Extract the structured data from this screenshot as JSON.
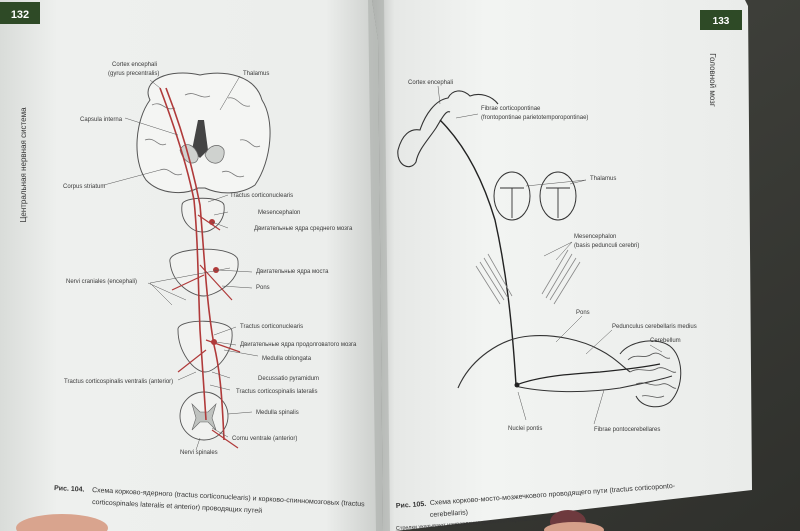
{
  "left_page": {
    "page_number": "132",
    "running_title": "Центральная нервная система",
    "labels": {
      "cortex": "Cortex encephali",
      "gyrus": "(gyrus precentralis)",
      "thalamus": "Thalamus",
      "capsula": "Capsula interna",
      "corpus_striatum": "Corpus striatum",
      "tractus_cn_1": "Tractus corticonuclearis",
      "mesencephalon": "Mesencephalon",
      "motor_mid": "Двигательные ядра среднего мозга",
      "nervi_craniales": "Nervi craniales (encephali)",
      "motor_pons": "Двигательные ядра моста",
      "pons": "Pons",
      "tractus_cn_2": "Tractus corticonuclearis",
      "motor_medulla": "Двигательные ядра продолговатого мозга",
      "medulla": "Medulla oblongata",
      "tractus_ventral": "Tractus corticospinalis ventralis (anterior)",
      "decussatio": "Decussatio pyramidum",
      "tractus_lateral": "Tractus corticospinalis lateralis",
      "medulla_spinalis": "Medulla spinalis",
      "cornu_ventrale": "Cornu ventrale (anterior)",
      "nervi_spinales": "Nervi spinales"
    },
    "caption_label": "Рис. 104.",
    "caption_line1": "Схема корково-ядерного (tractus corticonuclearis) и корково-спинномозговых (tractus",
    "caption_line2": "corticospinales lateralis et anterior) проводящих путей"
  },
  "right_page": {
    "page_number": "133",
    "running_title": "Головной мозг",
    "labels": {
      "cortex": "Cortex encephali",
      "fibrae_cp": "Fibrae corticopontinae",
      "fibrae_cp_sub": "(frontopontinae parietotemporopontinae)",
      "thalamus": "Thalamus",
      "mesencephalon": "Mesencephalon",
      "mesencephalon_sub": "(basis pedunculi cerebri)",
      "pons": "Pons",
      "pedunculus": "Pedunculus cerebellaris medius",
      "cerebellum": "Cerebellum",
      "nuclei_pontis": "Nuclei pontis",
      "fibrae_pc": "Fibrae pontocerebellares"
    },
    "caption_label": "Рис. 105.",
    "caption_line1": "Схема корково-мосто-мозжечкового проводящего пути (tractus corticoponto-",
    "caption_line2": "cerebellaris)",
    "footer_partial": "Стрелки указывают направление движения нервных импульсов"
  },
  "colors": {
    "tab_green": "#2e4a26",
    "tract_red": "#b03a3a",
    "paper": "#eef0ee"
  }
}
